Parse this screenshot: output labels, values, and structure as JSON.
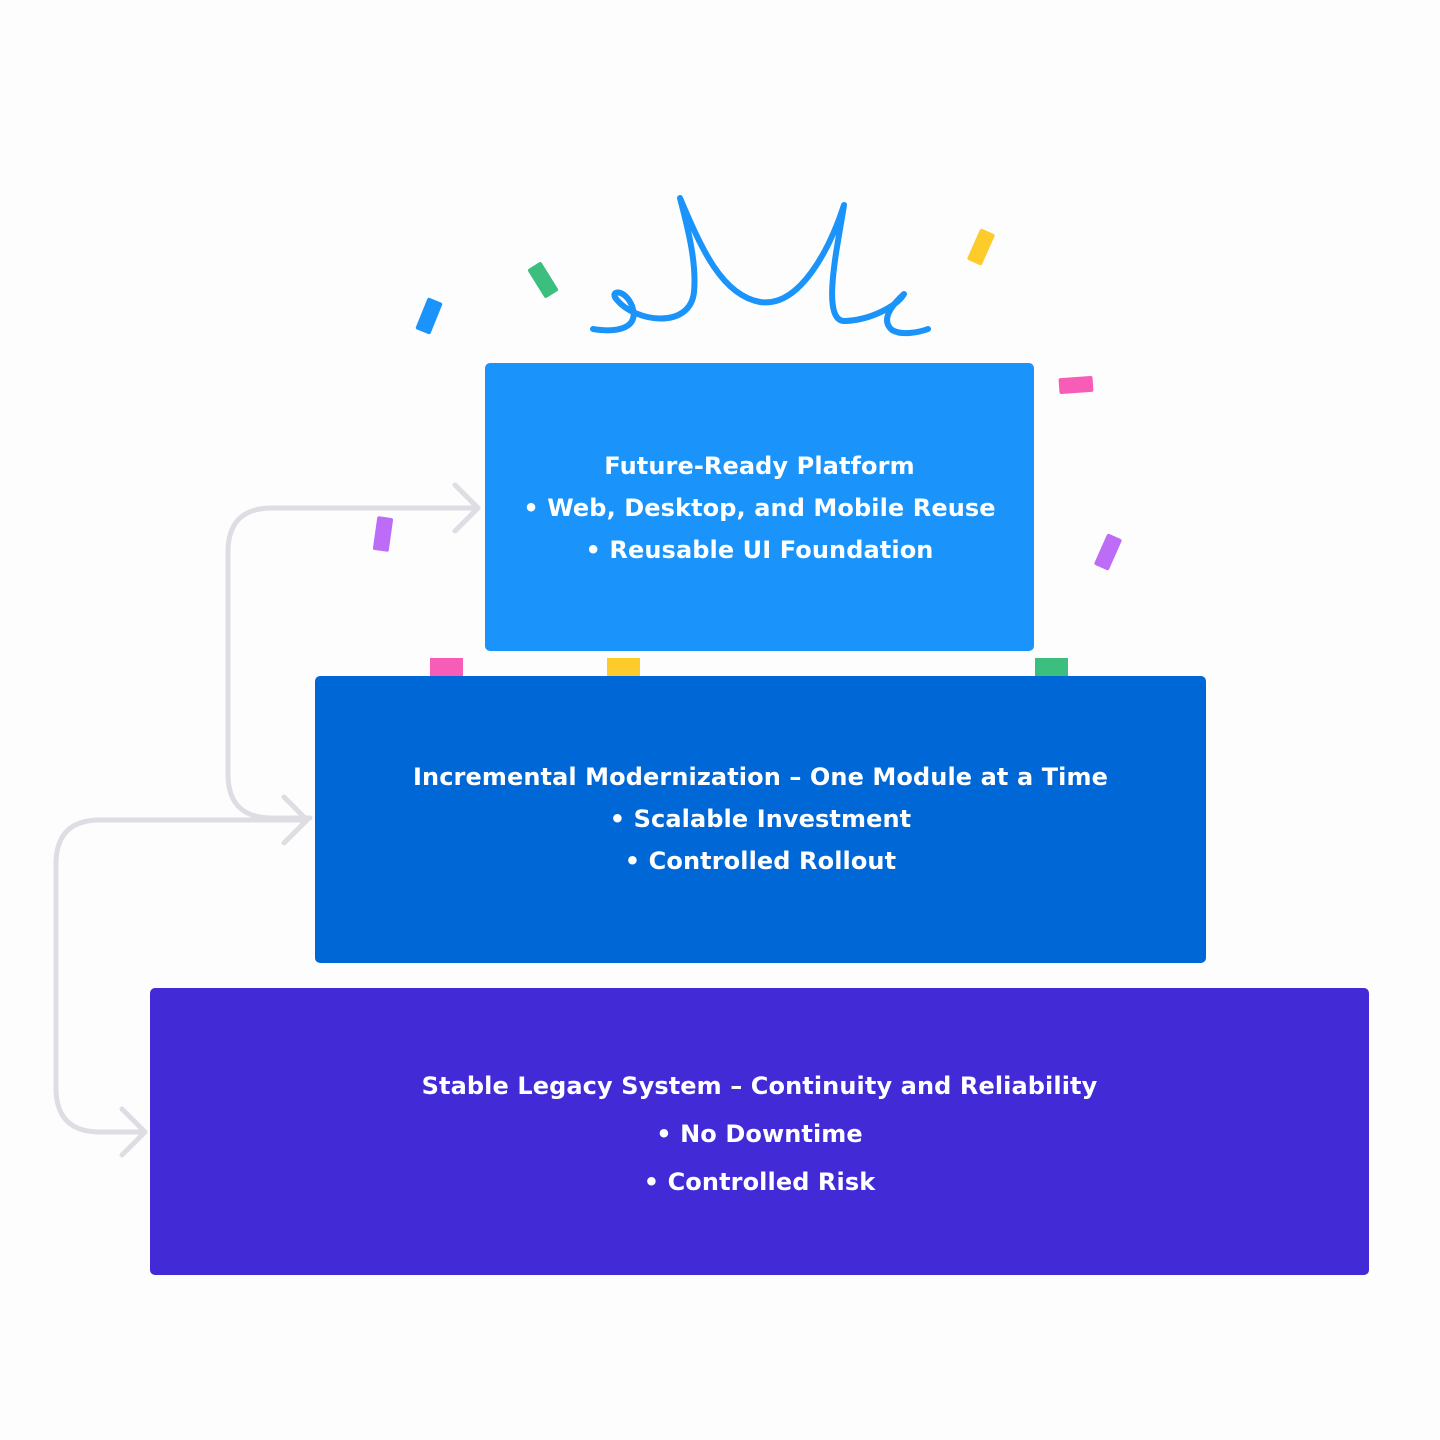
{
  "colors": {
    "top_tier": "#1a94fa",
    "middle_tier": "#0068d6",
    "bottom_tier": "#422ad6",
    "connector": "#dedde4",
    "crown": "#1a94fa",
    "confetti_blue": "#1a94fa",
    "confetti_green": "#3cbf7e",
    "confetti_yellow": "#fdcb2a",
    "confetti_pink": "#f75cb6",
    "confetti_purple": "#bd6cf7"
  },
  "tiers": {
    "top": {
      "title": "Future-Ready Platform",
      "bullets": [
        "•  Web, Desktop, and Mobile Reuse",
        "•  Reusable UI Foundation"
      ]
    },
    "middle": {
      "title": "Incremental Modernization – One Module at a Time",
      "bullets": [
        "• Scalable Investment",
        "• Controlled Rollout"
      ]
    },
    "bottom": {
      "title": "Stable Legacy System – Continuity and Reliability",
      "bullets": [
        "• No Downtime",
        "• Controlled Risk"
      ]
    }
  },
  "icons": [
    "crown-icon",
    "confetti-icon",
    "arrow-right-icon"
  ]
}
